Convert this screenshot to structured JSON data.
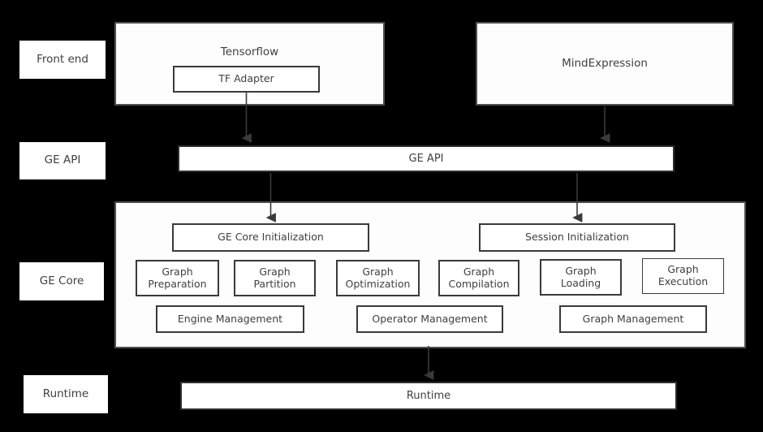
{
  "diagram": {
    "background_color": "#000000",
    "box_fill": "#ffffff",
    "box_border": "#3a3a3a",
    "text_color": "#404040",
    "arrow_color": "#3a3a3a"
  },
  "layers": [
    {
      "label": "Front end"
    },
    {
      "label": "GE API"
    },
    {
      "label": "GE Core"
    },
    {
      "label": "Runtime"
    }
  ],
  "frontend": {
    "tensorflow": {
      "title": "Tensorflow",
      "adapter_label": "TF Adapter"
    },
    "mindexpression": {
      "title": "MindExpression"
    }
  },
  "ge_api": {
    "bar_label": "GE API"
  },
  "ge_core": {
    "init_boxes": [
      {
        "label": "GE Core Initialization"
      },
      {
        "label": "Session Initialization"
      }
    ],
    "modules": [
      {
        "label": "Graph\nPreparation"
      },
      {
        "label": "Graph\nPartition"
      },
      {
        "label": "Graph\nOptimization"
      },
      {
        "label": "Graph\nCompilation"
      },
      {
        "label": "Graph\nLoading"
      },
      {
        "label": "Graph\nExecution"
      }
    ],
    "management": [
      {
        "label": "Engine Management"
      },
      {
        "label": "Operator Management"
      },
      {
        "label": "Graph Management"
      }
    ]
  },
  "runtime": {
    "bar_label": "Runtime"
  }
}
